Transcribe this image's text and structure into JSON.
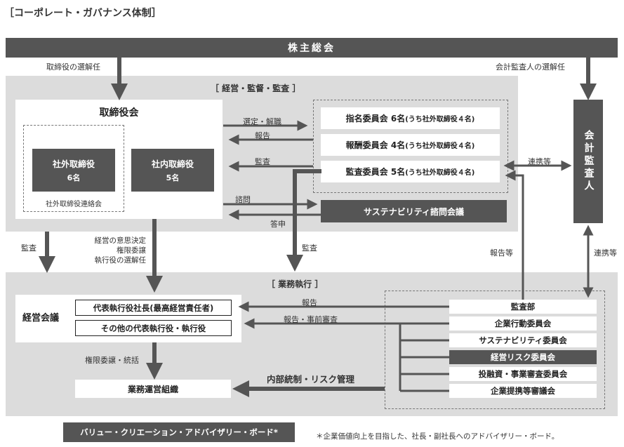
{
  "page_title": "［コーポレート・ガバナンス体制］",
  "shareholders": "株主総会",
  "labels": {
    "elect_directors": "取締役の選解任",
    "elect_auditor": "会計監査人の選解任",
    "audit_left": "監査",
    "decision": [
      "経営の意思決定",
      "権限委譲",
      "執行役の選解任"
    ],
    "audit_mid": "監査",
    "select_dismiss": "選定・解職",
    "report1": "報告",
    "audit_arrow": "監査",
    "consult": "諮問",
    "answer": "答申",
    "collab1": "連携等",
    "collab2": "連携等",
    "report_etc": "報告等",
    "report2": "報告",
    "report_prereview": "報告・事前審査",
    "delegate": "権限委譲・統括",
    "internal_control": "内部統制・リスク管理"
  },
  "oversight": {
    "title": "［ 経営・監督・監査 ］",
    "board": "取締役会",
    "outside_directors": "社外取締役",
    "outside_count": "6名",
    "inside_directors": "社内取締役",
    "inside_count": "5名",
    "outside_liaison": "社外取締役連絡会",
    "committees": [
      {
        "name": "指名委員会",
        "count": "6名",
        "note": "(うち社外取締役４名)"
      },
      {
        "name": "報酬委員会",
        "count": "4名",
        "note": "(うち社外取締役４名)"
      },
      {
        "name": "監査委員会",
        "count": "5名",
        "note": "(うち社外取締役４名)"
      }
    ],
    "sustainability_council": "サステナビリティ諮問会議"
  },
  "auditor": "会計監査人",
  "execution": {
    "title": "［ 業務執行 ］",
    "mgmt_meeting": "経営会議",
    "ceo": "代表執行役社長(最高経営責任者)",
    "other_officers": "その他の代表執行役・執行役",
    "operations": "業務運営組織",
    "committees": [
      "監査部",
      "企業行動委員会",
      "サステナビリティ委員会",
      "経営リスク委員会",
      "投融資・事業審査委員会",
      "企業提携等審議会"
    ]
  },
  "footer": {
    "board_name": "バリュー・クリエーション・アドバイザリー・ボード*",
    "note": "＊企業価値向上を目指した、社長・副社長へのアドバイザリー・ボード。"
  }
}
